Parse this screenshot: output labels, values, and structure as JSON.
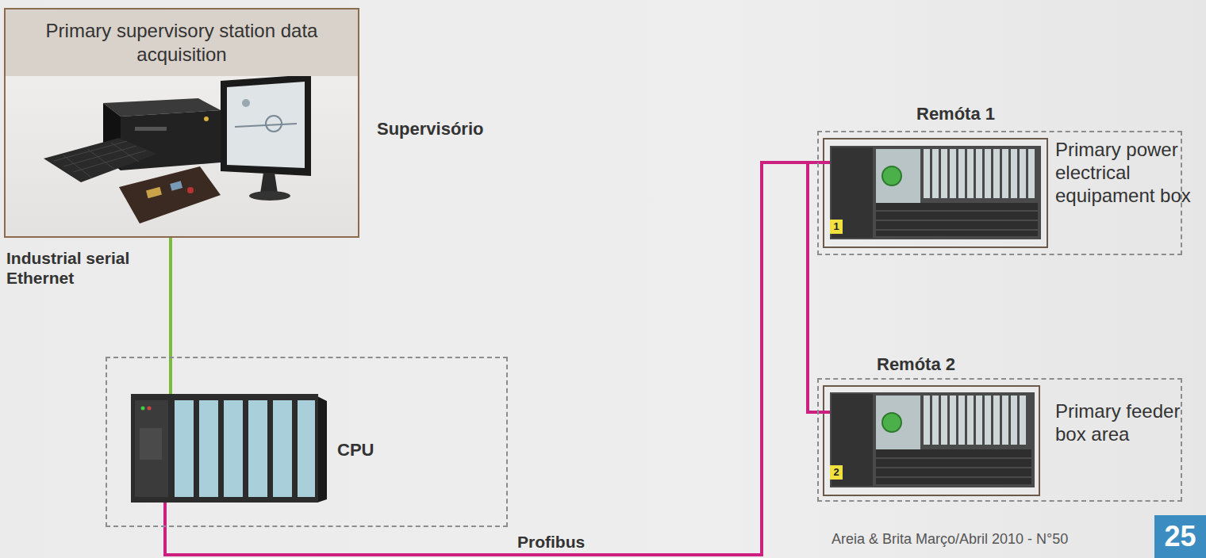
{
  "diagram": {
    "nodes": [
      {
        "text": [
          "Primary supervisory station data acquisition",
          "Supervisório"
        ]
      },
      {
        "text": [
          "CPU"
        ]
      },
      {
        "text": [
          "Remóta 1",
          "Primary power electrical equipament box"
        ]
      },
      {
        "text": [
          "Remóta 2",
          "Primary feeder box area"
        ]
      },
      {
        "text": [
          "25"
        ]
      }
    ],
    "edges": [
      {
        "from": 0,
        "to": 1,
        "label": "Industrial serial Ethernet",
        "arrow": "none"
      },
      {
        "from": 1,
        "to": 2,
        "label": "Profibus",
        "arrow": "none"
      },
      {
        "from": 1,
        "to": 3,
        "arrow": "none"
      }
    ],
    "labels": [
      "1",
      "2",
      "Areia & Brita Março/Abril 2010 - N°50"
    ]
  }
}
